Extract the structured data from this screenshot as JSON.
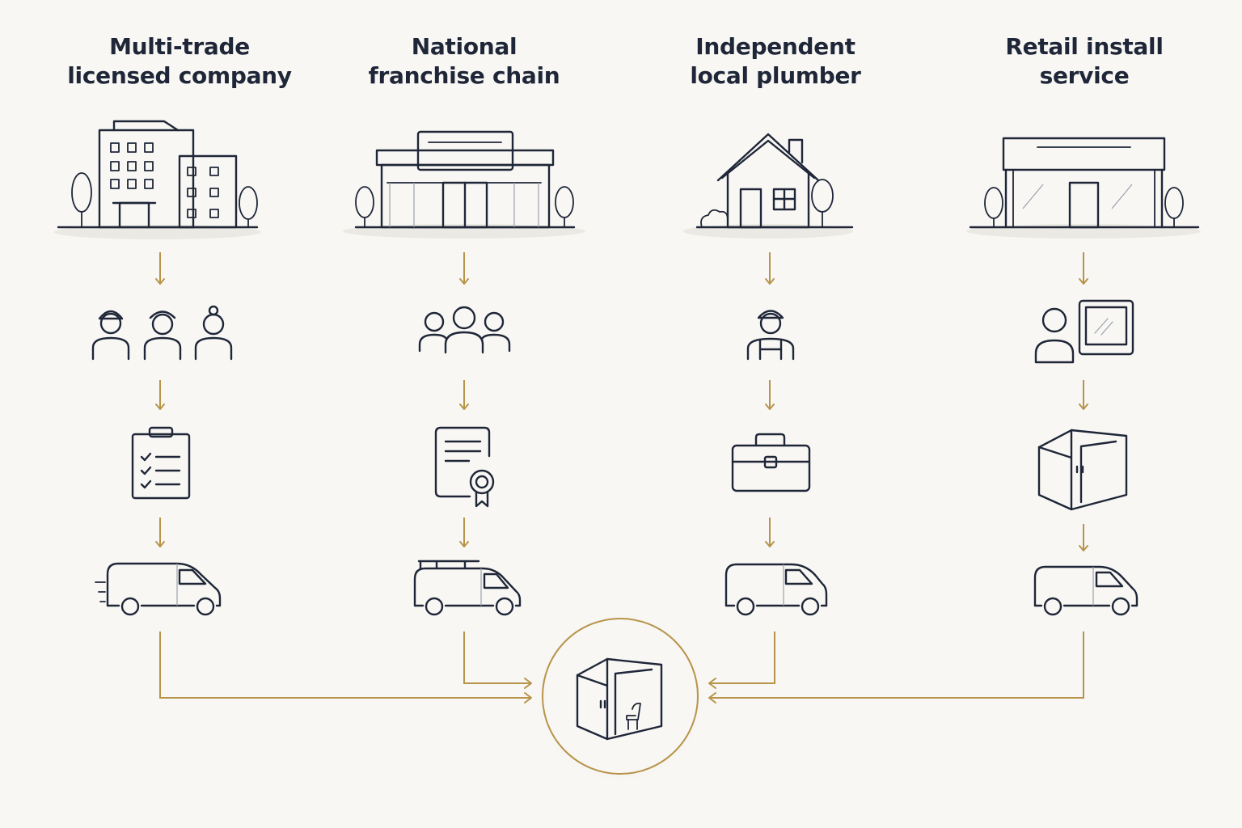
{
  "columns": [
    {
      "title_line1": "Multi-trade",
      "title_line2": "licensed company",
      "icons": [
        "office-building-icon",
        "crew-of-three-workers-icon",
        "checklist-clipboard-icon",
        "service-van-icon"
      ]
    },
    {
      "title_line1": "National",
      "title_line2": "franchise chain",
      "icons": [
        "franchise-storefront-icon",
        "team-group-icon",
        "certificate-icon",
        "van-with-roof-rack-icon"
      ]
    },
    {
      "title_line1": "Independent",
      "title_line2": "local plumber",
      "icons": [
        "house-icon",
        "plumber-icon",
        "toolbox-icon",
        "service-van-icon"
      ]
    },
    {
      "title_line1": "Retail install",
      "title_line2": "service",
      "icons": [
        "retail-store-icon",
        "person-at-kiosk-icon",
        "booth-enclosure-icon",
        "service-van-icon"
      ]
    }
  ],
  "center": {
    "icon": "booth-with-chair-icon"
  },
  "colors": {
    "background": "#f8f7f3",
    "ink": "#1e2638",
    "accent": "#b8944a"
  }
}
